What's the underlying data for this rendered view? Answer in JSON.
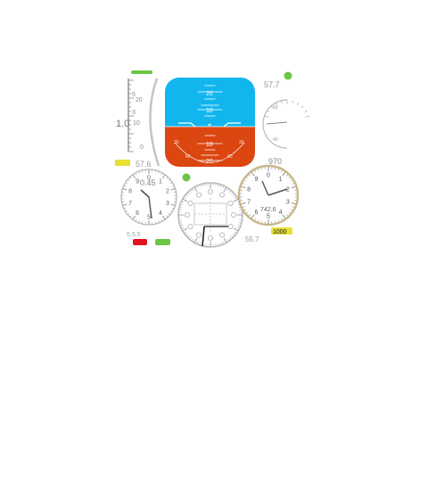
{
  "colors": {
    "sky": "#12b6ef",
    "ground": "#db4611",
    "gauge_gray": "#b9b9b9",
    "label_gray": "#8a8a8a",
    "brass": "#c9b78a",
    "indicator_green": "#6cc644",
    "indicator_yellow": "#e8e033",
    "indicator_red": "#e2131f"
  },
  "readouts": {
    "airspeed_value": "1.0",
    "altitude_value": "57.7",
    "vsi_value": "57.6",
    "clock_value": "0.45",
    "altimeter_value": "970",
    "altimeter_kollsman": "742.6",
    "heading_value": "55.7",
    "bottom_left_value": "5.5.5",
    "bottom_right_value": "1000"
  },
  "attitude": {
    "pitch_labels_sky": [
      "20",
      "10"
    ],
    "pitch_labels_ground": [
      "10",
      "20"
    ],
    "bank_labels_left": [
      "30",
      "60"
    ],
    "bank_labels_right": [
      "30",
      "60"
    ]
  },
  "speed_tape": {
    "labels": [
      "5",
      "20",
      "3",
      "10",
      "0"
    ]
  },
  "small_gauge": {
    "labels": [
      "60",
      "40"
    ]
  },
  "clock": {
    "labels": [
      "0",
      "1",
      "2",
      "3",
      "4",
      "5",
      "6",
      "7",
      "8",
      "9"
    ]
  },
  "altimeter": {
    "labels": [
      "0",
      "1",
      "2",
      "3",
      "4",
      "5",
      "6",
      "7",
      "8",
      "9"
    ]
  },
  "indicators": [
    {
      "name": "green",
      "state": "on"
    },
    {
      "name": "yellow",
      "state": "on"
    },
    {
      "name": "red",
      "state": "on"
    }
  ]
}
